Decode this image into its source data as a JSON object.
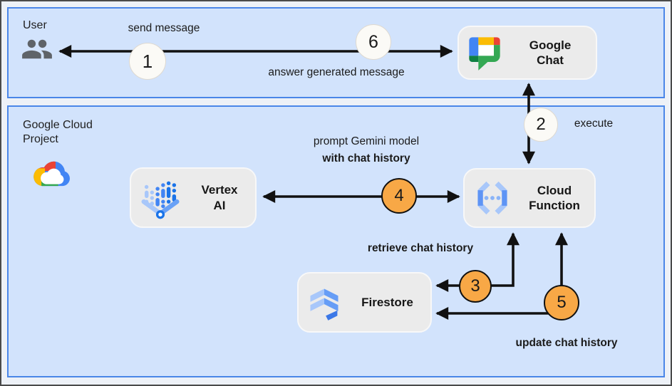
{
  "zones": {
    "user": {
      "title": "User"
    },
    "cloud": {
      "title_line1": "Google Cloud",
      "title_line2": "Project"
    }
  },
  "nodes": {
    "google_chat": {
      "line1": "Google",
      "line2": "Chat"
    },
    "vertex_ai": {
      "line1": "Vertex",
      "line2": "AI"
    },
    "cloud_function": {
      "line1": "Cloud",
      "line2": "Function"
    },
    "firestore": {
      "label": "Firestore"
    }
  },
  "steps": {
    "s1": {
      "num": "1",
      "label": "send message"
    },
    "s2": {
      "num": "2",
      "label": "execute"
    },
    "s3": {
      "num": "3",
      "label": "retrieve chat history"
    },
    "s4": {
      "num": "4",
      "label_line1": "prompt Gemini model",
      "label_line2": "with chat history"
    },
    "s5": {
      "num": "5",
      "label": "update chat history"
    },
    "s6": {
      "num": "6",
      "label": "answer generated message"
    }
  },
  "colors": {
    "zone_fill": "#d2e3fc",
    "zone_border": "#4a86e8",
    "node_fill": "#ebebeb",
    "step_neutral_fill": "#fbfaf6",
    "step_highlight_fill": "#f8a846",
    "arrow": "#111111"
  }
}
